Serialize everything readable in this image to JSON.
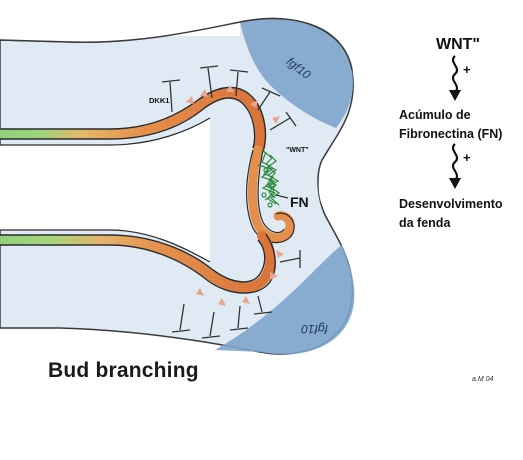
{
  "figure": {
    "title": "Bud branching",
    "credit": "a.M 04"
  },
  "diagram_labels": {
    "fgf10_top": "fgf10",
    "fgf10_bottom": "fgf10",
    "dkk1": "DKK1",
    "wnt_inner": "\"WNT\"",
    "fn": "FN"
  },
  "pathway": {
    "start": "WNT\"",
    "arrow_sign": "+",
    "step1_line1": "Acúmulo de",
    "step1_line2": "Fibronectina (FN)",
    "step2_line1": "Desenvolvimento",
    "step2_line2": "da fenda"
  },
  "colors": {
    "mesenchyme": "#dfeaf4",
    "fgf10_region": "#7ea4cc",
    "epithelium_orange": "#e59a54",
    "epithelium_green": "#8fd07a",
    "fibronectin": "#2f8a3c"
  }
}
